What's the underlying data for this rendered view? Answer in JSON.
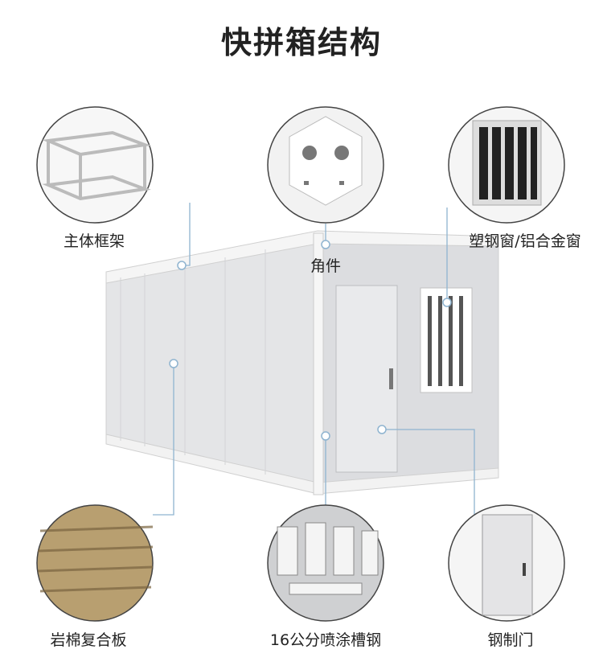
{
  "title": "快拼箱结构",
  "components": [
    {
      "id": "frame",
      "label": "主体框架",
      "icon": "frame-icon"
    },
    {
      "id": "corner",
      "label": "角件",
      "icon": "corner-fitting-icon"
    },
    {
      "id": "window",
      "label": "塑钢窗/铝合金窗",
      "icon": "window-icon"
    },
    {
      "id": "panel",
      "label": "岩棉复合板",
      "icon": "rockwool-panel-icon"
    },
    {
      "id": "channel",
      "label": "16公分喷涂槽钢",
      "icon": "channel-steel-icon"
    },
    {
      "id": "door",
      "label": "钢制门",
      "icon": "steel-door-icon"
    }
  ],
  "colors": {
    "line": "#8fb4d0",
    "container": "#e6e7e9",
    "frame": "#f4f4f4"
  }
}
